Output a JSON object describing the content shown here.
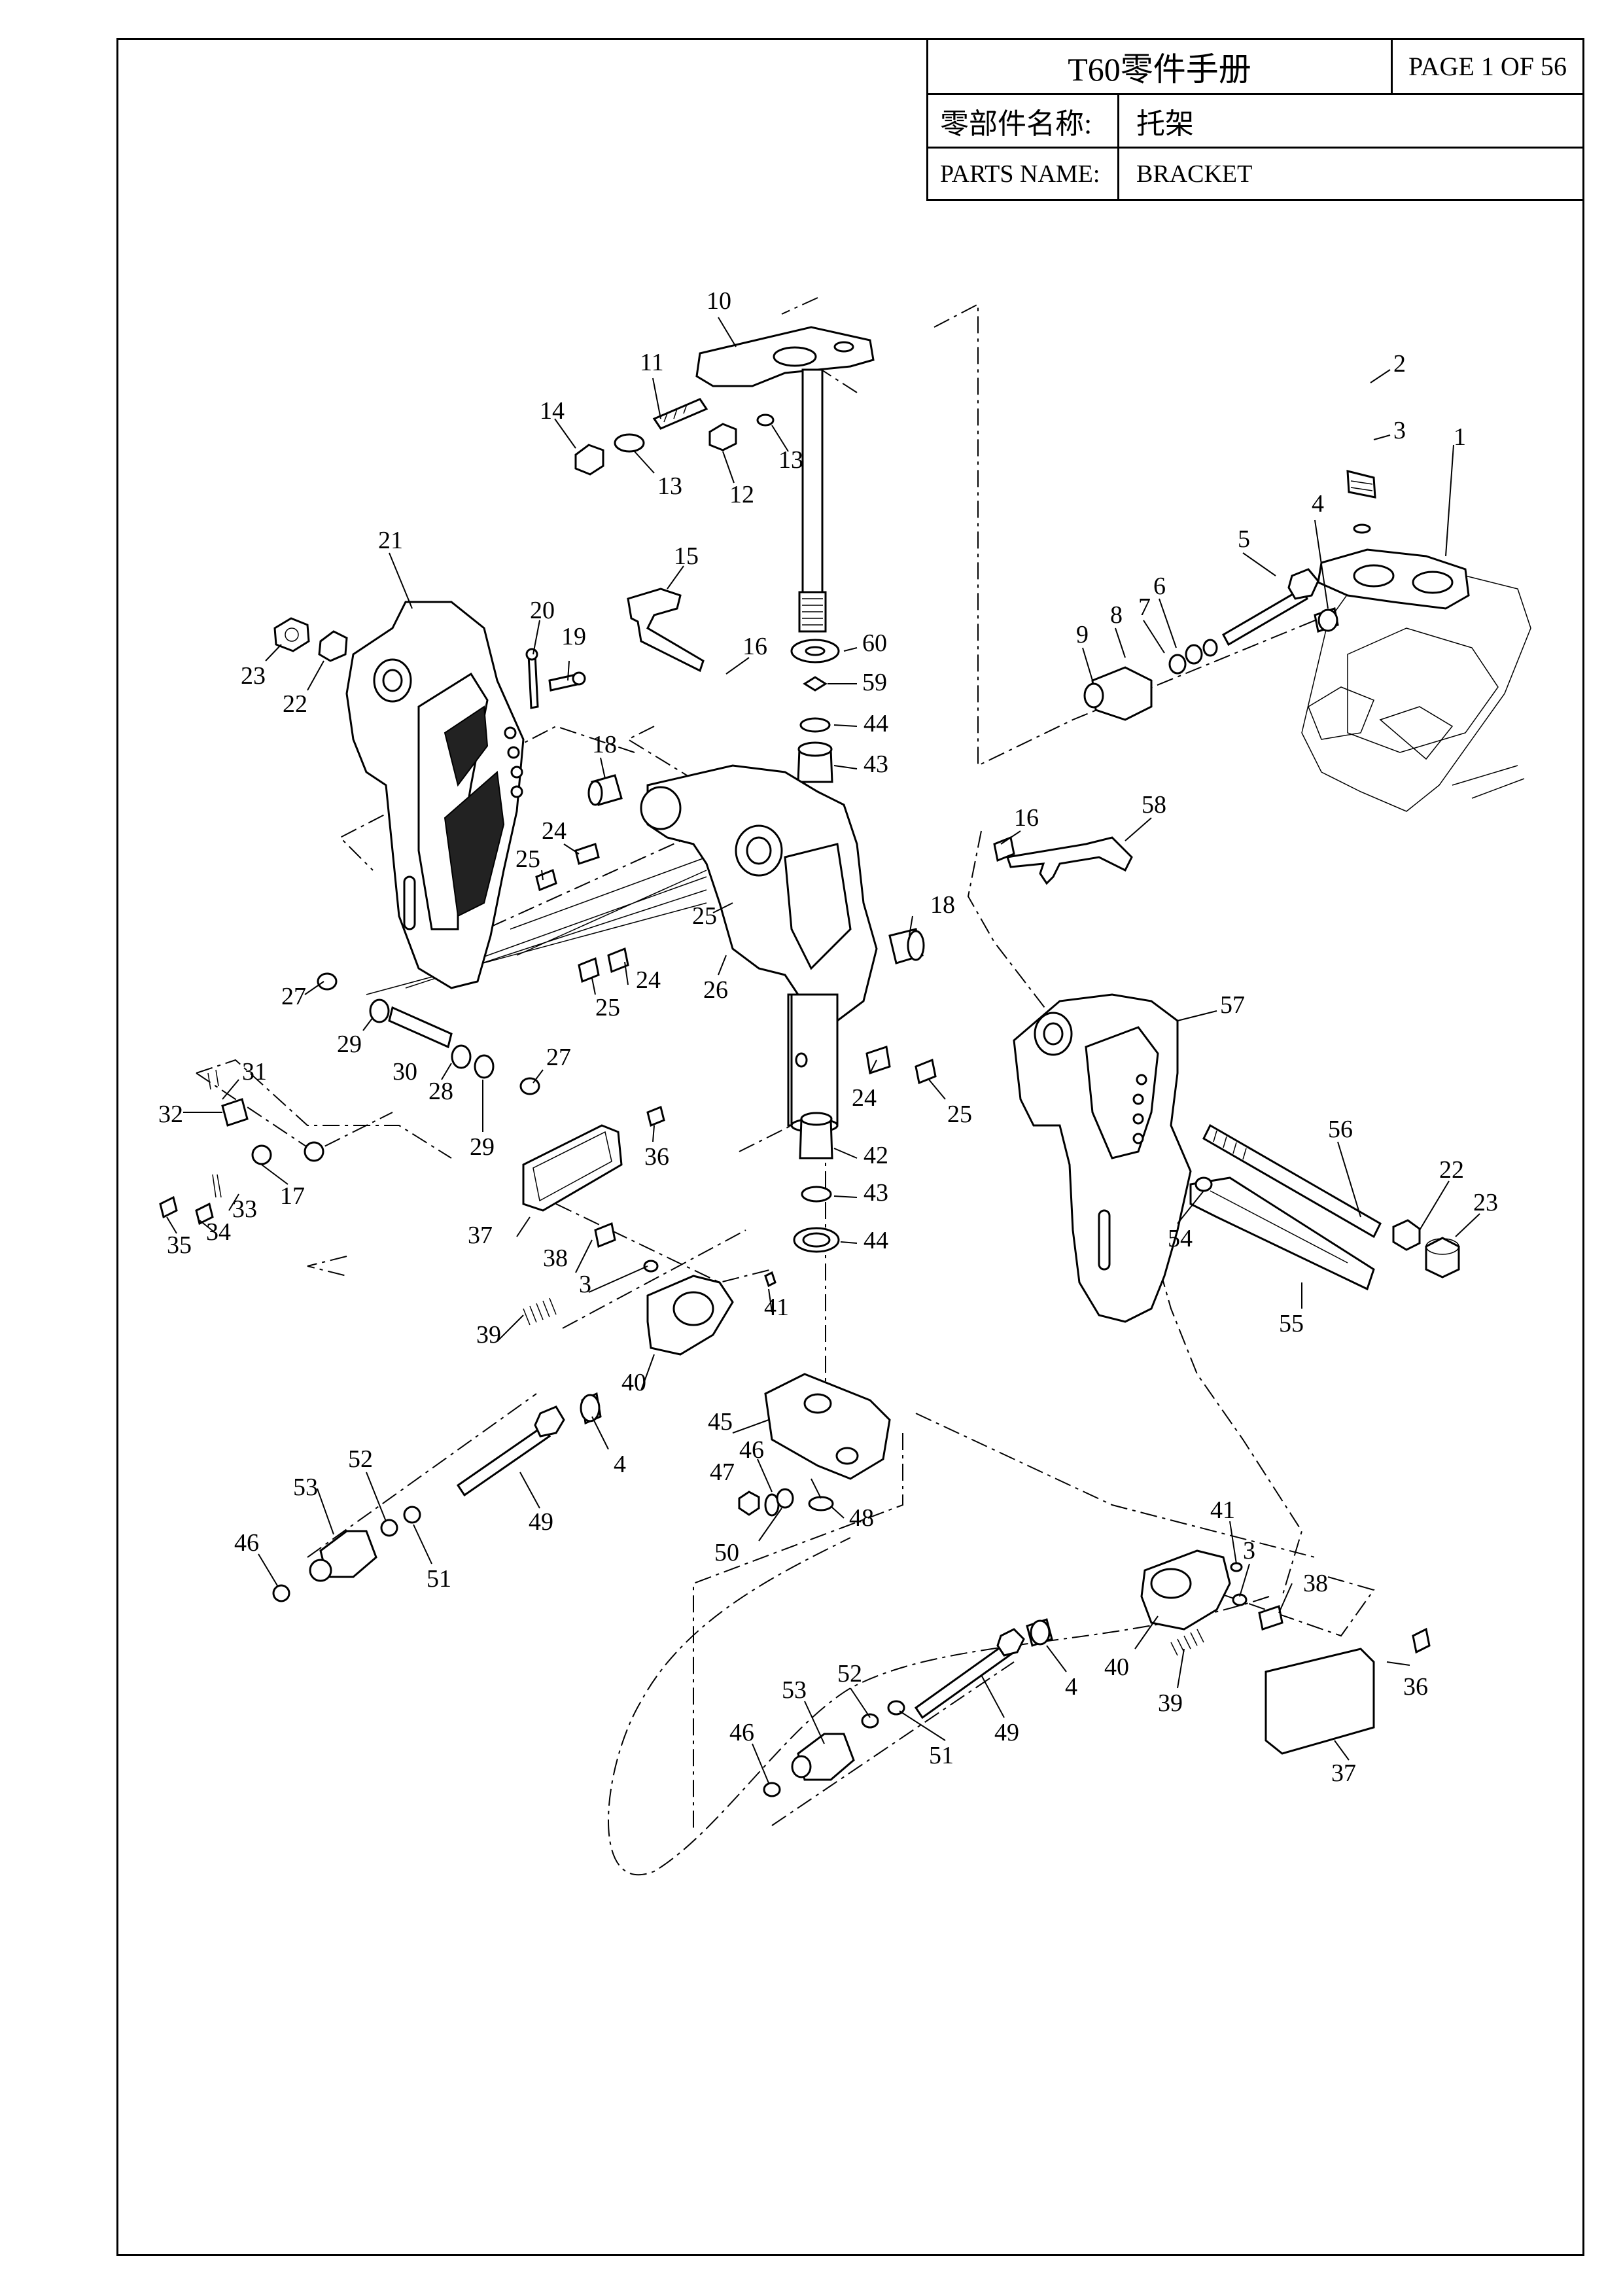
{
  "title_block": {
    "manual_title": "T60零件手册",
    "page": "PAGE 1 OF 56",
    "parts_name_cn_label": "零部件名称:",
    "parts_name_cn_value": "托架",
    "parts_name_en_label": "PARTS NAME:",
    "parts_name_en_value": "BRACKET"
  },
  "callouts": [
    {
      "id": "c1",
      "text": "1"
    },
    {
      "id": "c2",
      "text": "2"
    },
    {
      "id": "c3a",
      "text": "3"
    },
    {
      "id": "c4a",
      "text": "4"
    },
    {
      "id": "c5",
      "text": "5"
    },
    {
      "id": "c6",
      "text": "6"
    },
    {
      "id": "c7",
      "text": "7"
    },
    {
      "id": "c8",
      "text": "8"
    },
    {
      "id": "c9",
      "text": "9"
    },
    {
      "id": "c10",
      "text": "10"
    },
    {
      "id": "c11",
      "text": "11"
    },
    {
      "id": "c12",
      "text": "12"
    },
    {
      "id": "c13a",
      "text": "13"
    },
    {
      "id": "c13b",
      "text": "13"
    },
    {
      "id": "c14",
      "text": "14"
    },
    {
      "id": "c15",
      "text": "15"
    },
    {
      "id": "c16a",
      "text": "16"
    },
    {
      "id": "c16b",
      "text": "16"
    },
    {
      "id": "c17",
      "text": "17"
    },
    {
      "id": "c18a",
      "text": "18"
    },
    {
      "id": "c18b",
      "text": "18"
    },
    {
      "id": "c19",
      "text": "19"
    },
    {
      "id": "c20",
      "text": "20"
    },
    {
      "id": "c21",
      "text": "21"
    },
    {
      "id": "c22a",
      "text": "22"
    },
    {
      "id": "c22b",
      "text": "22"
    },
    {
      "id": "c23a",
      "text": "23"
    },
    {
      "id": "c23b",
      "text": "23"
    },
    {
      "id": "c24a",
      "text": "24"
    },
    {
      "id": "c24b",
      "text": "24"
    },
    {
      "id": "c24c",
      "text": "24"
    },
    {
      "id": "c25a",
      "text": "25"
    },
    {
      "id": "c25b",
      "text": "25"
    },
    {
      "id": "c25c",
      "text": "25"
    },
    {
      "id": "c25d",
      "text": "25"
    },
    {
      "id": "c26",
      "text": "26"
    },
    {
      "id": "c27a",
      "text": "27"
    },
    {
      "id": "c27b",
      "text": "27"
    },
    {
      "id": "c28",
      "text": "28"
    },
    {
      "id": "c29a",
      "text": "29"
    },
    {
      "id": "c29b",
      "text": "29"
    },
    {
      "id": "c30",
      "text": "30"
    },
    {
      "id": "c31",
      "text": "31"
    },
    {
      "id": "c32",
      "text": "32"
    },
    {
      "id": "c33",
      "text": "33"
    },
    {
      "id": "c34",
      "text": "34"
    },
    {
      "id": "c35",
      "text": "35"
    },
    {
      "id": "c36a",
      "text": "36"
    },
    {
      "id": "c36b",
      "text": "36"
    },
    {
      "id": "c37a",
      "text": "37"
    },
    {
      "id": "c37b",
      "text": "37"
    },
    {
      "id": "c38a",
      "text": "38"
    },
    {
      "id": "c38b",
      "text": "38"
    },
    {
      "id": "c3b",
      "text": "3"
    },
    {
      "id": "c3c",
      "text": "3"
    },
    {
      "id": "c39a",
      "text": "39"
    },
    {
      "id": "c39b",
      "text": "39"
    },
    {
      "id": "c40a",
      "text": "40"
    },
    {
      "id": "c40b",
      "text": "40"
    },
    {
      "id": "c41a",
      "text": "41"
    },
    {
      "id": "c41b",
      "text": "41"
    },
    {
      "id": "c42",
      "text": "42"
    },
    {
      "id": "c43a",
      "text": "43"
    },
    {
      "id": "c43b",
      "text": "43"
    },
    {
      "id": "c44a",
      "text": "44"
    },
    {
      "id": "c44b",
      "text": "44"
    },
    {
      "id": "c45",
      "text": "45"
    },
    {
      "id": "c46a",
      "text": "46"
    },
    {
      "id": "c46b",
      "text": "46"
    },
    {
      "id": "c46c",
      "text": "46"
    },
    {
      "id": "c47",
      "text": "47"
    },
    {
      "id": "c48",
      "text": "48"
    },
    {
      "id": "c49a",
      "text": "49"
    },
    {
      "id": "c49b",
      "text": "49"
    },
    {
      "id": "c4b",
      "text": "4"
    },
    {
      "id": "c4c",
      "text": "4"
    },
    {
      "id": "c50",
      "text": "50"
    },
    {
      "id": "c51a",
      "text": "51"
    },
    {
      "id": "c51b",
      "text": "51"
    },
    {
      "id": "c52a",
      "text": "52"
    },
    {
      "id": "c52b",
      "text": "52"
    },
    {
      "id": "c53a",
      "text": "53"
    },
    {
      "id": "c53b",
      "text": "53"
    },
    {
      "id": "c54",
      "text": "54"
    },
    {
      "id": "c55",
      "text": "55"
    },
    {
      "id": "c56",
      "text": "56"
    },
    {
      "id": "c57",
      "text": "57"
    },
    {
      "id": "c58",
      "text": "58"
    },
    {
      "id": "c59",
      "text": "59"
    },
    {
      "id": "c60",
      "text": "60"
    }
  ]
}
